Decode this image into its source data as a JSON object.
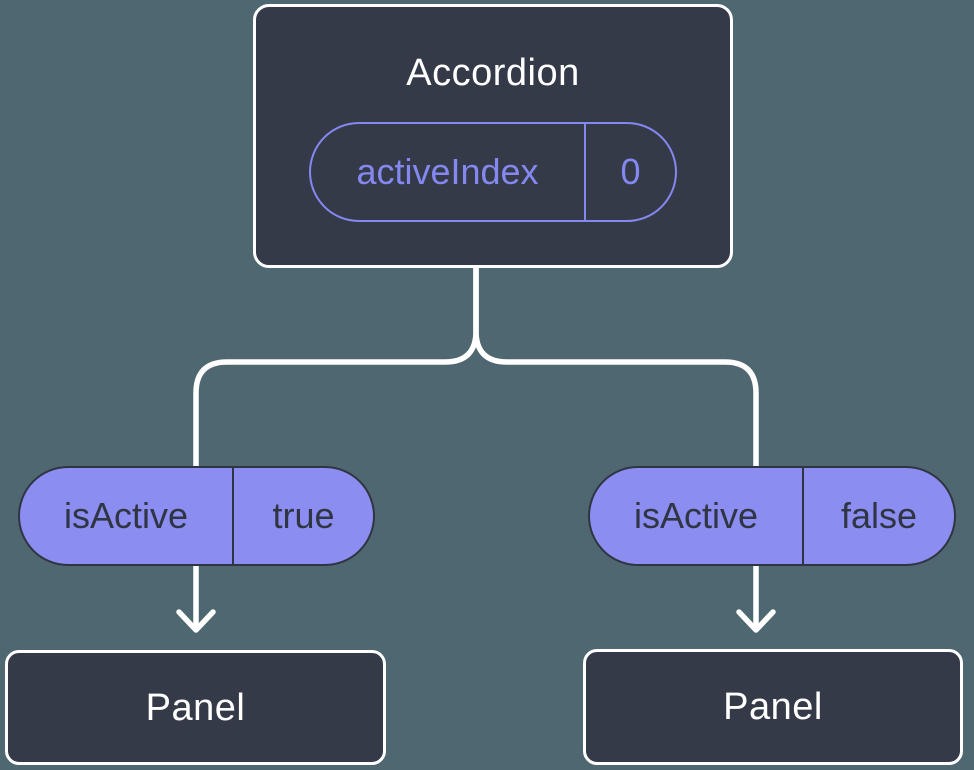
{
  "colors": {
    "background": "#4e6770",
    "node_background": "#343a48",
    "node_border": "#ffffff",
    "node_text": "#ffffff",
    "pill_fill": "#8b8df0",
    "pill_outline_accent": "#8588f0",
    "pill_dark_text": "#2f3542",
    "connector": "#ffffff"
  },
  "diagram": {
    "root": {
      "title": "Accordion",
      "prop": {
        "name": "activeIndex",
        "value": "0"
      }
    },
    "children": [
      {
        "state": {
          "name": "isActive",
          "value": "true"
        },
        "node": {
          "title": "Panel"
        }
      },
      {
        "state": {
          "name": "isActive",
          "value": "false"
        },
        "node": {
          "title": "Panel"
        }
      }
    ]
  }
}
